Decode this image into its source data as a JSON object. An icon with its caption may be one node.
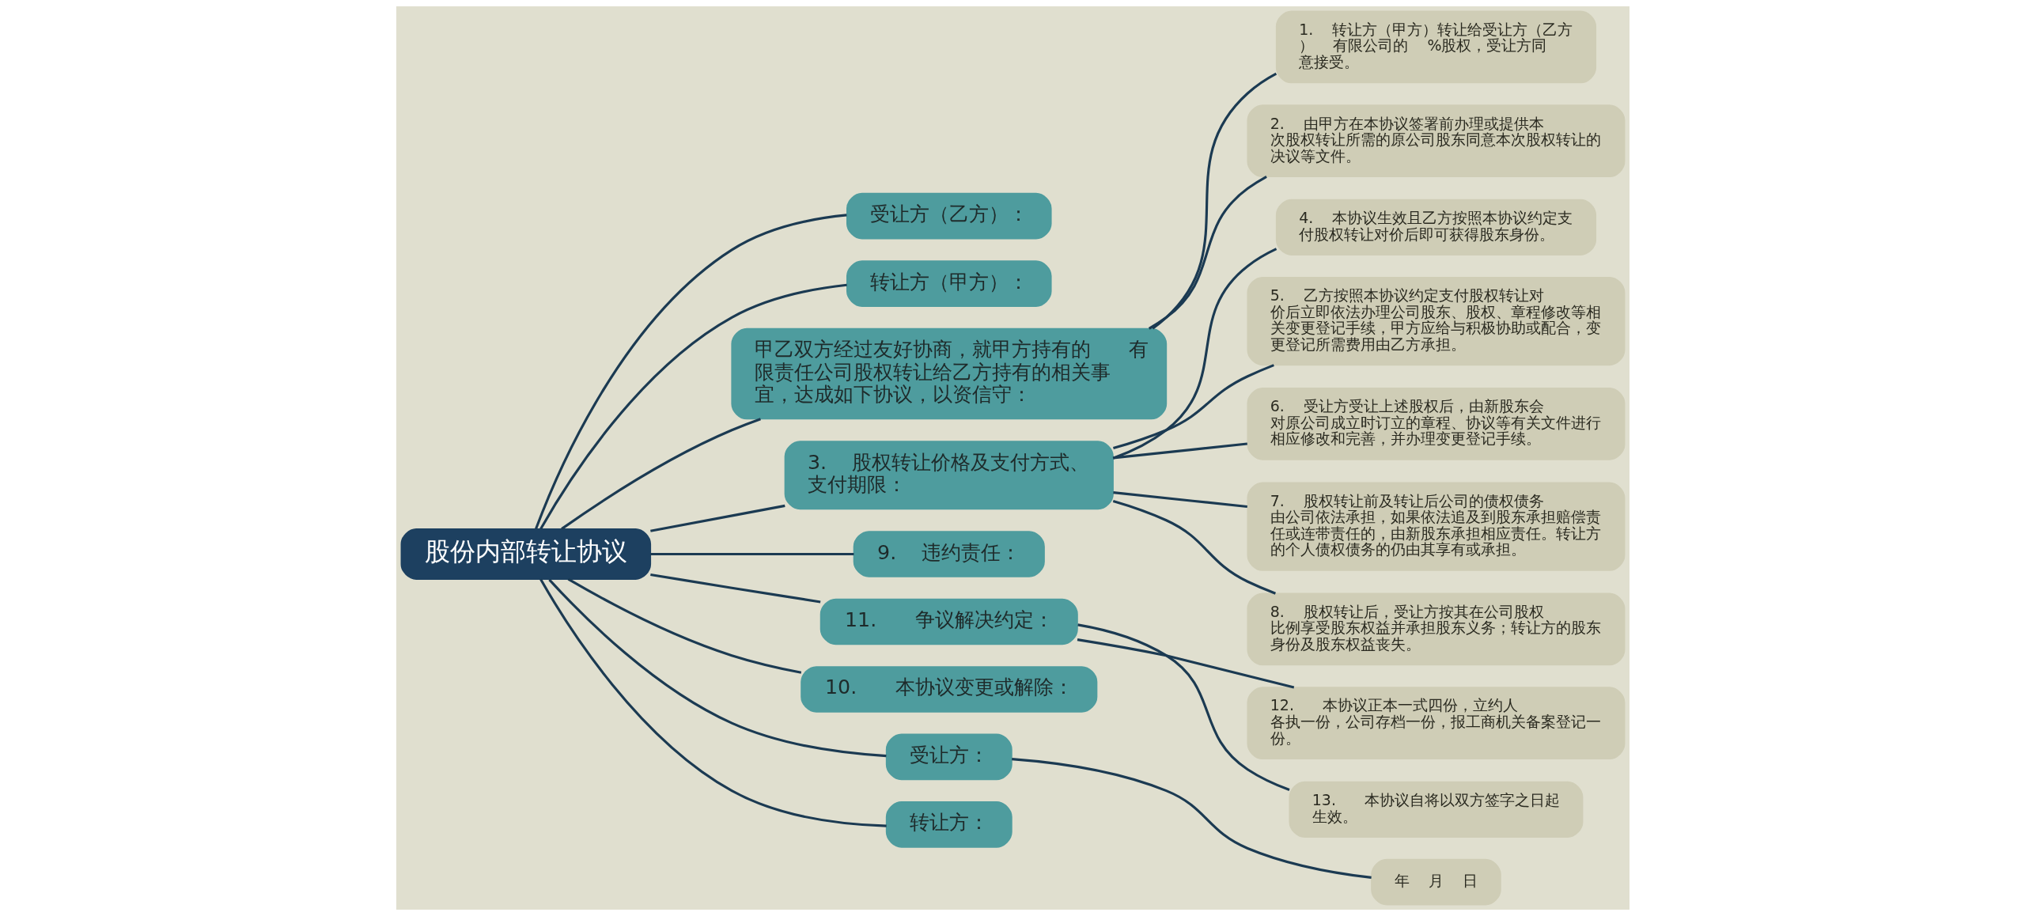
{
  "diagram": {
    "nodes": [
      {
        "text": [
          "股份内部转让协议"
        ]
      },
      {
        "text": [
          "受让方（乙方）："
        ]
      },
      {
        "text": [
          "转让方（甲方）："
        ]
      },
      {
        "text": [
          "甲乙双方经过友好协商，就甲方持有的      有限责任公司股权转让给乙方持有的相关事宜，达成如下协议，以资信守："
        ]
      },
      {
        "text": [
          "1.    转让方（甲方）转让给受让方（乙方）    有限公司的    %股权，受让方同意接受。"
        ]
      },
      {
        "text": [
          "2.    由甲方在本协议签署前办理或提供本次股权转让所需的原公司股东同意本次股权转让的决议等文件。"
        ]
      },
      {
        "text": [
          "3.    股权转让价格及支付方式、支付期限："
        ]
      },
      {
        "text": [
          "4.    本协议生效且乙方按照本协议约定支付股权转让对价后即可获得股东身份。"
        ]
      },
      {
        "text": [
          "5.    乙方按照本协议约定支付股权转让对价后立即依法办理公司股东、股权、章程修改等相关变更登记手续，甲方应给与积极协助或配合，变更登记所需费用由乙方承担。"
        ]
      },
      {
        "text": [
          "6.    受让方受让上述股权后，由新股东会对原公司成立时订立的章程、协议等有关文件进行相应修改和完善，并办理变更登记手续。"
        ]
      },
      {
        "text": [
          "7.    股权转让前及转让后公司的债权债务由公司依法承担，如果依法追及到股东承担赔偿责任或连带责任的，由新股东承担相应责任。转让方的个人债权债务的仍由其享有或承担。"
        ]
      },
      {
        "text": [
          "8.    股权转让后，受让方按其在公司股权比例享受股东权益并承担股东义务；转让方的股东身份及股东权益丧失。"
        ]
      },
      {
        "text": [
          "9.    违约责任："
        ]
      },
      {
        "text": [
          "11.      争议解决约定："
        ]
      },
      {
        "text": [
          "12.      本协议正本一式四份，立约人各执一份，公司存档一份，报工商机关备案登记一份。"
        ]
      },
      {
        "text": [
          "13.      本协议自将以双方签字之日起生效。"
        ]
      },
      {
        "text": [
          "10.      本协议变更或解除："
        ]
      },
      {
        "text": [
          "受让方："
        ]
      },
      {
        "text": [
          "年    月    日"
        ]
      },
      {
        "text": [
          "转让方："
        ]
      }
    ],
    "edges": [
      {
        "from": 0,
        "to": 1,
        "arrow": "none"
      },
      {
        "from": 0,
        "to": 2,
        "arrow": "none"
      },
      {
        "from": 0,
        "to": 3,
        "arrow": "none"
      },
      {
        "from": 3,
        "to": 4,
        "arrow": "none"
      },
      {
        "from": 3,
        "to": 5,
        "arrow": "none"
      },
      {
        "from": 0,
        "to": 6,
        "arrow": "none"
      },
      {
        "from": 6,
        "to": 7,
        "arrow": "none"
      },
      {
        "from": 6,
        "to": 8,
        "arrow": "none"
      },
      {
        "from": 6,
        "to": 9,
        "arrow": "none"
      },
      {
        "from": 6,
        "to": 10,
        "arrow": "none"
      },
      {
        "from": 6,
        "to": 11,
        "arrow": "none"
      },
      {
        "from": 0,
        "to": 12,
        "arrow": "none"
      },
      {
        "from": 0,
        "to": 13,
        "arrow": "none"
      },
      {
        "from": 13,
        "to": 14,
        "arrow": "none"
      },
      {
        "from": 13,
        "to": 15,
        "arrow": "none"
      },
      {
        "from": 0,
        "to": 16,
        "arrow": "none"
      },
      {
        "from": 0,
        "to": 17,
        "arrow": "none"
      },
      {
        "from": 17,
        "to": 18,
        "arrow": "none"
      },
      {
        "from": 0,
        "to": 19,
        "arrow": "none"
      }
    ]
  }
}
